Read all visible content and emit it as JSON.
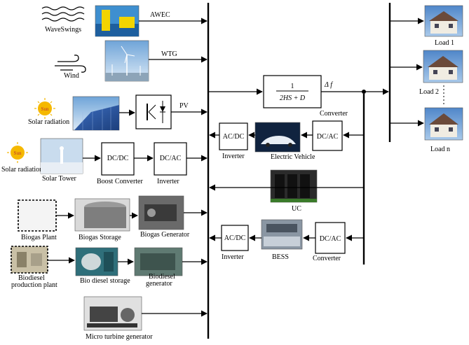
{
  "sources": {
    "waveswings": "WaveSwings",
    "awec": "AWEC",
    "wind": "Wind",
    "wtg": "WTG",
    "sun_icon": "Sun",
    "solar_radiation_1": "Solar radiation",
    "pv": "PV",
    "sun_icon_2": "Sun",
    "solar_radiation_2": "Solar radiation",
    "solar_tower": "Solar Tower",
    "dcdc_box": "DC/DC",
    "boost_converter": "Boost Converter",
    "dcac_box_1": "DC/AC",
    "inverter_1": "Inverter",
    "biogas_plant": "Biogas Plant",
    "biogas_storage": "Biogas Storage",
    "biogas_generator": "Biogas Generator",
    "biodiesel_plant_1": "Biodiesel",
    "biodiesel_plant_2": "production plant",
    "bio_diesel_storage": "Bio diesel storage",
    "biodiesel_generator_1": "Biodiesel",
    "biodiesel_generator_2": "generator",
    "micro_turbine": "Micro turbine generator"
  },
  "center": {
    "tf_numerator": "1",
    "tf_denominator": "2HS + D",
    "delta_f": "Δ f",
    "converter_top": "Converter",
    "acdc_ev": "AC/DC",
    "inverter_ev": "Inverter",
    "electric_vehicle": "Electric Vehicle",
    "dcac_ev": "DC/AC",
    "uc": "UC",
    "acdc_bess": "AC/DC",
    "inverter_bess": "Inverter",
    "bess": "BESS",
    "dcac_bess": "DC/AC",
    "converter_bess": "Converter"
  },
  "loads": {
    "load1": "Load 1",
    "load2": "Load 2",
    "loadn": "Load n"
  },
  "colors": {
    "sun": "#f5b800",
    "panel": "#2f5aa8",
    "sky": "#9cc3e6",
    "dark": "#222222"
  }
}
